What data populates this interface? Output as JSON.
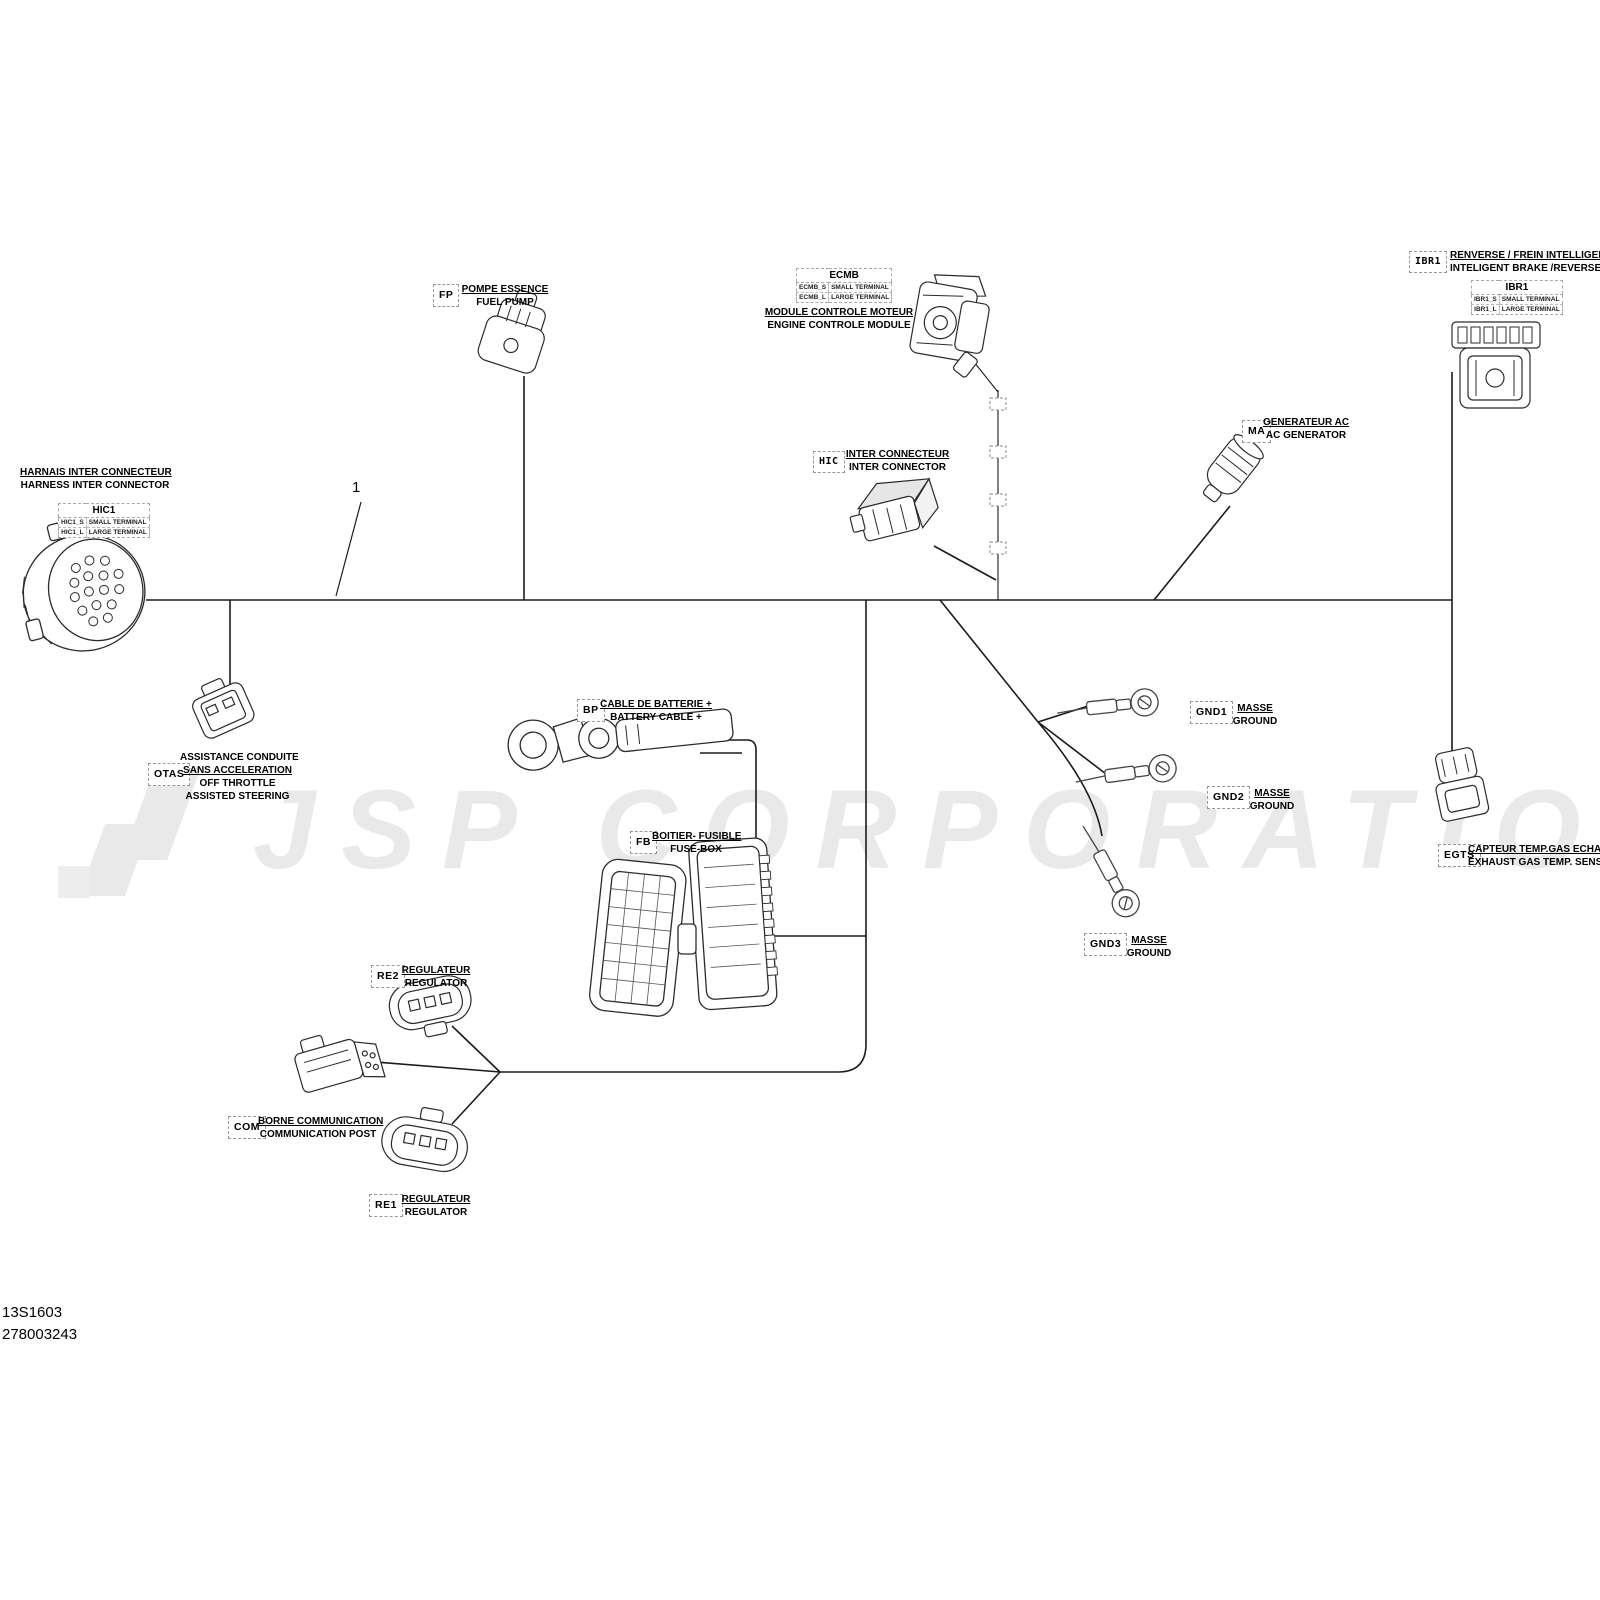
{
  "page": {
    "callout": "1",
    "doc_code": "13S1603",
    "doc_number": "278003243",
    "watermark": "JSP CORPORATION"
  },
  "labels": {
    "hic1": {
      "fr": "HARNAIS INTER CONNECTEUR",
      "en": "HARNESS INTER CONNECTOR"
    },
    "fp": {
      "code": "FP",
      "fr": "POMPE ESSENCE",
      "en": "FUEL PUMP"
    },
    "ecmb": {
      "fr": "MODULE CONTROLE MOTEUR",
      "en": "ENGINE CONTROLE MODULE"
    },
    "hic": {
      "code": "HIC",
      "fr": "INTER CONNECTEUR",
      "en": "INTER CONNECTOR"
    },
    "ma": {
      "code": "MA",
      "fr": "GENERATEUR AC",
      "en": "AC GENERATOR"
    },
    "ibr1": {
      "code": "IBR1",
      "fr": "RENVERSE / FREIN INTELLIGENT",
      "en": "INTELIGENT BRAKE /REVERSE"
    },
    "otas": {
      "code": "OTAS",
      "fr1": "ASSISTANCE CONDUITE",
      "fr2": "SANS ACCELERATION",
      "en1": "OFF THROTTLE",
      "en2": "ASSISTED STEERING"
    },
    "bp": {
      "code": "BP",
      "fr": "CABLE DE BATTERIE +",
      "en": "BATTERY CABLE +"
    },
    "fb": {
      "code": "FB",
      "fr": "BOITIER- FUSIBLE",
      "en": "FUSE-BOX"
    },
    "gnd1": {
      "code": "GND1",
      "fr": "MASSE",
      "en": "GROUND"
    },
    "gnd2": {
      "code": "GND2",
      "fr": "MASSE",
      "en": "GROUND"
    },
    "gnd3": {
      "code": "GND3",
      "fr": "MASSE",
      "en": "GROUND"
    },
    "egts": {
      "code": "EGTS",
      "fr": "CAPTEUR TEMP.GAS ECHAP.",
      "en": "EXHAUST GAS TEMP. SENSOR"
    },
    "re2": {
      "code": "RE2",
      "fr": "REGULATEUR",
      "en": "REGULATOR"
    },
    "com": {
      "code": "COM",
      "fr": "BORNE COMMUNICATION",
      "en": "COMMUNICATION POST"
    },
    "re1": {
      "code": "RE1",
      "fr": "REGULATEUR",
      "en": "REGULATOR"
    }
  },
  "tables": {
    "hic1": {
      "header": "HIC1",
      "rows": [
        [
          "HIC1_S",
          "SMALL TERMINAL"
        ],
        [
          "HIC1_L",
          "LARGE TERMINAL"
        ]
      ]
    },
    "ecmb": {
      "header": "ECMB",
      "rows": [
        [
          "ECMB_S",
          "SMALL TERMINAL"
        ],
        [
          "ECMB_L",
          "LARGE TERMINAL"
        ]
      ]
    },
    "ibr1": {
      "header": "IBR1",
      "rows": [
        [
          "IBR1_S",
          "SMALL TERMINAL"
        ],
        [
          "IBR1_L",
          "LARGE TERMINAL"
        ]
      ]
    }
  }
}
